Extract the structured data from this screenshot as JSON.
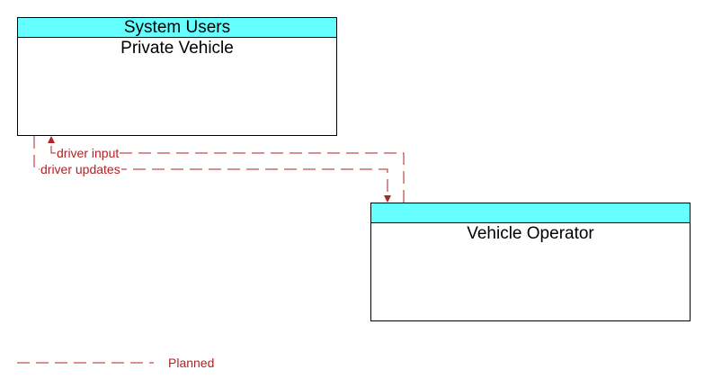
{
  "colors": {
    "header_fill": "#66ffff",
    "planned_flow": "#b22222",
    "border": "#000000"
  },
  "nodes": {
    "private_vehicle": {
      "header": "System Users",
      "title": "Private Vehicle"
    },
    "vehicle_operator": {
      "header": "",
      "title": "Vehicle Operator"
    }
  },
  "flows": {
    "driver_input": {
      "label": "driver input",
      "status": "planned"
    },
    "driver_updates": {
      "label": "driver updates",
      "status": "planned"
    }
  },
  "legend": {
    "planned_label": "Planned"
  }
}
